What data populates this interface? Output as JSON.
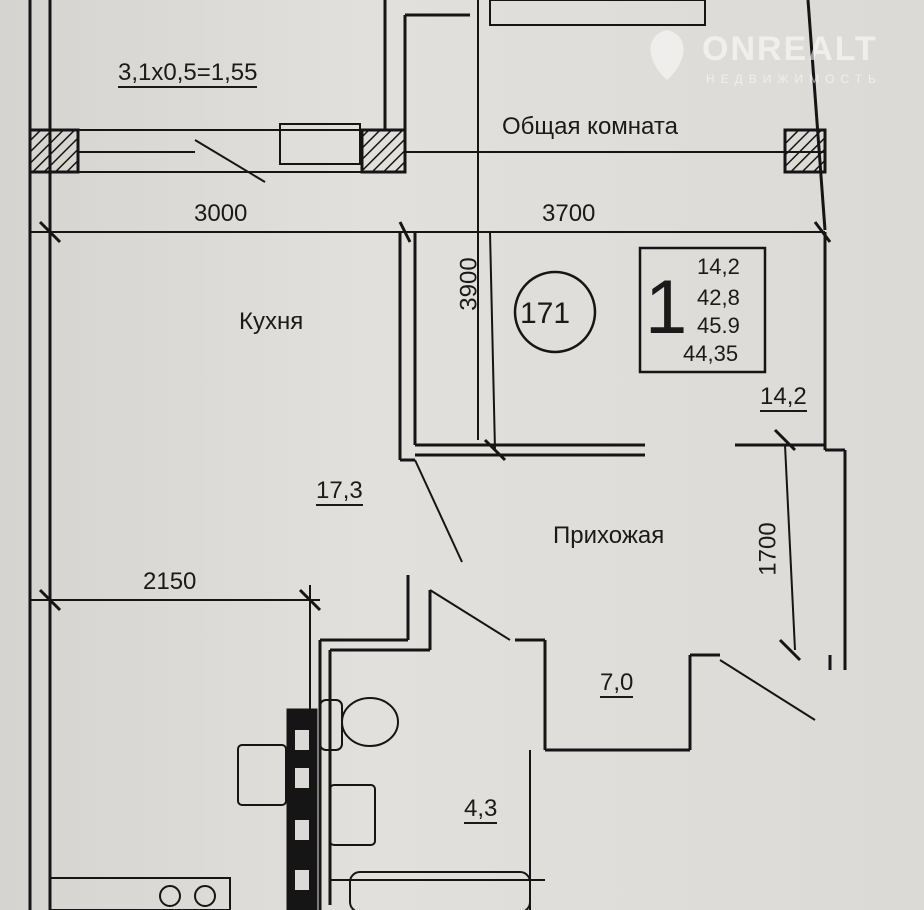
{
  "watermark": {
    "brand": "ONREALT",
    "subtitle": "НЕДВИЖИМОСТЬ"
  },
  "balcony": {
    "label": "3,1х0,5=1,55"
  },
  "rooms": {
    "living": {
      "name": "Общая комната",
      "area": "14,2"
    },
    "kitchen": {
      "name": "Кухня",
      "area": "17,3"
    },
    "hall": {
      "name": "Прихожая",
      "area": "7,0"
    },
    "bathroom": {
      "area": "4,3"
    }
  },
  "dimensions": {
    "d3000": "3000",
    "d3700": "3700",
    "d3900": "3900",
    "d2150": "2150",
    "d1700": "1700"
  },
  "apartment": {
    "number": "171",
    "rooms": "1",
    "living_area": "14,2",
    "total_area": "42,8",
    "area_with_balcony": "45.9",
    "reduced_area": "44,35"
  }
}
